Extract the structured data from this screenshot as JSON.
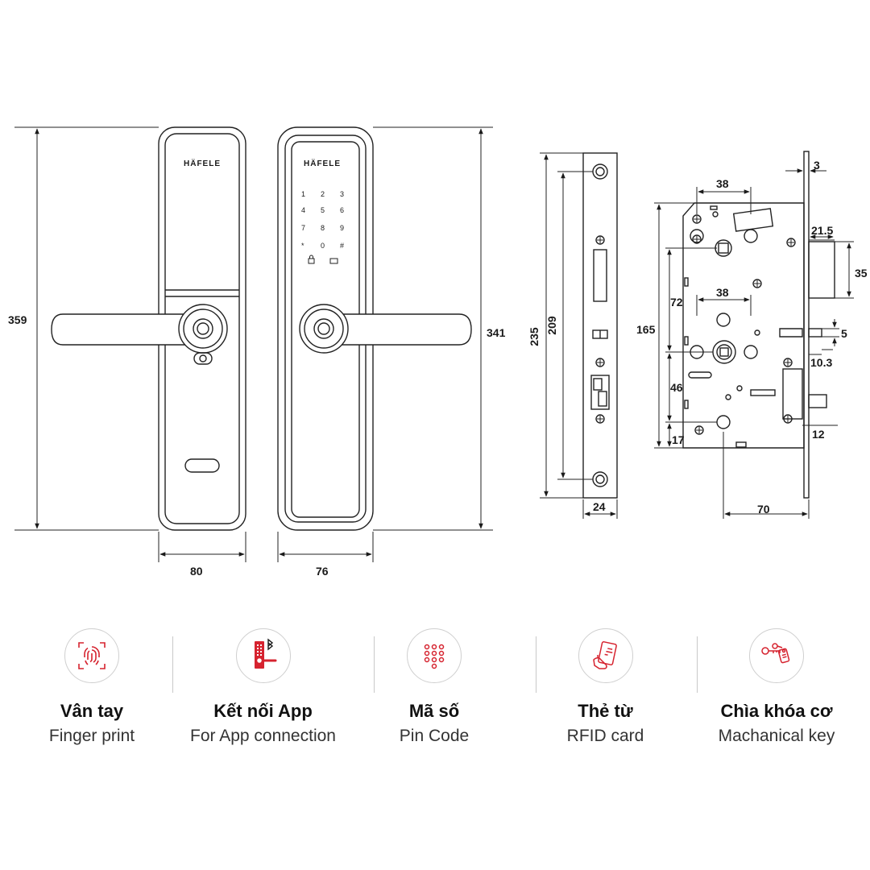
{
  "drawing": {
    "brand_left": "HÄFELE",
    "brand_right": "HÄFELE",
    "keypad": [
      "1",
      "2",
      "3",
      "4",
      "5",
      "6",
      "7",
      "8",
      "9",
      "*",
      "0",
      "#"
    ],
    "dims": {
      "h359": "359",
      "h341": "341",
      "w80": "80",
      "w76": "76",
      "h235": "235",
      "h209": "209",
      "w24": "24",
      "d3": "3",
      "d38a": "38",
      "d38b": "38",
      "d21_5": "21.5",
      "d35": "35",
      "d72": "72",
      "d165": "165",
      "d5": "5",
      "d10_3": "10.3",
      "d46": "46",
      "d17": "17",
      "d12": "12",
      "d70": "70"
    }
  },
  "features": [
    {
      "icon": "fingerprint-icon",
      "title_vi": "Vân tay",
      "title_en": "Finger print"
    },
    {
      "icon": "app-bluetooth-icon",
      "title_vi": "Kết nối App",
      "title_en": "For App connection"
    },
    {
      "icon": "keypad-icon",
      "title_vi": "Mã số",
      "title_en": "Pin Code"
    },
    {
      "icon": "rfid-card-icon",
      "title_vi": "Thẻ từ",
      "title_en": "RFID card"
    },
    {
      "icon": "key-icon",
      "title_vi": "Chìa khóa cơ",
      "title_en": "Machanical key"
    }
  ],
  "accent_color": "#d6232f"
}
